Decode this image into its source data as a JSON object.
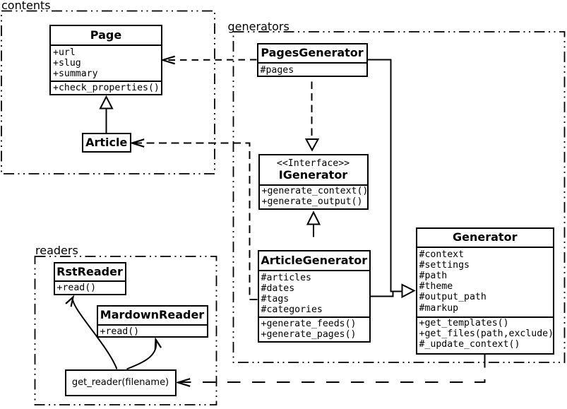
{
  "colors": {
    "ink": "#000000",
    "background": "#ffffff"
  },
  "packages": {
    "contents": {
      "label": "contents"
    },
    "generators": {
      "label": "generators"
    },
    "readers": {
      "label": "readers"
    }
  },
  "classes": {
    "page": {
      "name": "Page",
      "attributes": [
        "+url",
        "+slug",
        "+summary"
      ],
      "methods": [
        "+check_properties()"
      ]
    },
    "article": {
      "name": "Article"
    },
    "pages_generator": {
      "name": "PagesGenerator",
      "attributes": [
        "#pages"
      ]
    },
    "igenerator": {
      "stereotype": "<<Interface>>",
      "name": "IGenerator",
      "methods": [
        "+generate_context()",
        "+generate_output()"
      ]
    },
    "article_generator": {
      "name": "ArticleGenerator",
      "attributes": [
        "#articles",
        "#dates",
        "#tags",
        "#categories"
      ],
      "methods": [
        "+generate_feeds()",
        "+generate_pages()"
      ]
    },
    "generator": {
      "name": "Generator",
      "attributes": [
        "#context",
        "#settings",
        "#path",
        "#theme",
        "#output_path",
        "#markup"
      ],
      "methods": [
        "+get_templates()",
        "+get_files(path,exclude)",
        "#_update_context()"
      ]
    },
    "rst_reader": {
      "name": "RstReader",
      "methods": [
        "+read()"
      ]
    },
    "mardown_reader": {
      "name": "MardownReader",
      "methods": [
        "+read()"
      ]
    },
    "get_reader": {
      "name": "get_reader(filename)"
    }
  },
  "relations": [
    {
      "from": "Article",
      "to": "Page",
      "type": "inheritance"
    },
    {
      "from": "PagesGenerator",
      "to": "IGenerator",
      "type": "realization"
    },
    {
      "from": "ArticleGenerator",
      "to": "IGenerator",
      "type": "inheritance"
    },
    {
      "from": "PagesGenerator",
      "to": "Generator",
      "type": "inheritance"
    },
    {
      "from": "ArticleGenerator",
      "to": "Generator",
      "type": "inheritance"
    },
    {
      "from": "PagesGenerator",
      "to": "Page",
      "type": "dependency"
    },
    {
      "from": "ArticleGenerator",
      "to": "Article",
      "type": "dependency"
    },
    {
      "from": "Generator",
      "to": "get_reader(filename)",
      "type": "dependency"
    },
    {
      "from": "get_reader(filename)",
      "to": "RstReader",
      "type": "association"
    },
    {
      "from": "get_reader(filename)",
      "to": "MardownReader",
      "type": "association"
    }
  ]
}
